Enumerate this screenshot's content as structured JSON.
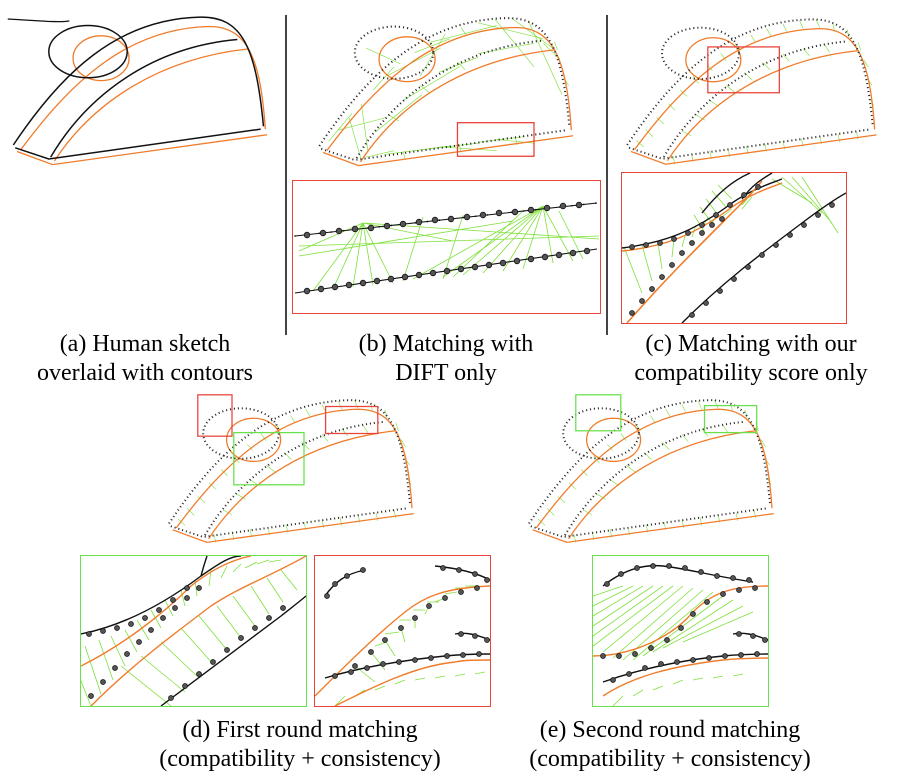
{
  "figure": {
    "panels": [
      {
        "id": "a",
        "caption_line1": "(a) Human sketch",
        "caption_line2": "overlaid with contours"
      },
      {
        "id": "b",
        "caption_line1": "(b) Matching with",
        "caption_line2": "DIFT only"
      },
      {
        "id": "c",
        "caption_line1": "(c) Matching with our",
        "caption_line2": "compatibility score only"
      },
      {
        "id": "d",
        "caption_line1": "(d) First round matching",
        "caption_line2": "(compatibility + consistency)"
      },
      {
        "id": "e",
        "caption_line1": "(e) Second round matching",
        "caption_line2": "(compatibility + consistency)"
      }
    ],
    "colors": {
      "sketch": "#111111",
      "contour": "#f07c2a",
      "match_line": "#7fe03a",
      "box_bad": "#e8443a",
      "box_good": "#67e04a"
    }
  }
}
